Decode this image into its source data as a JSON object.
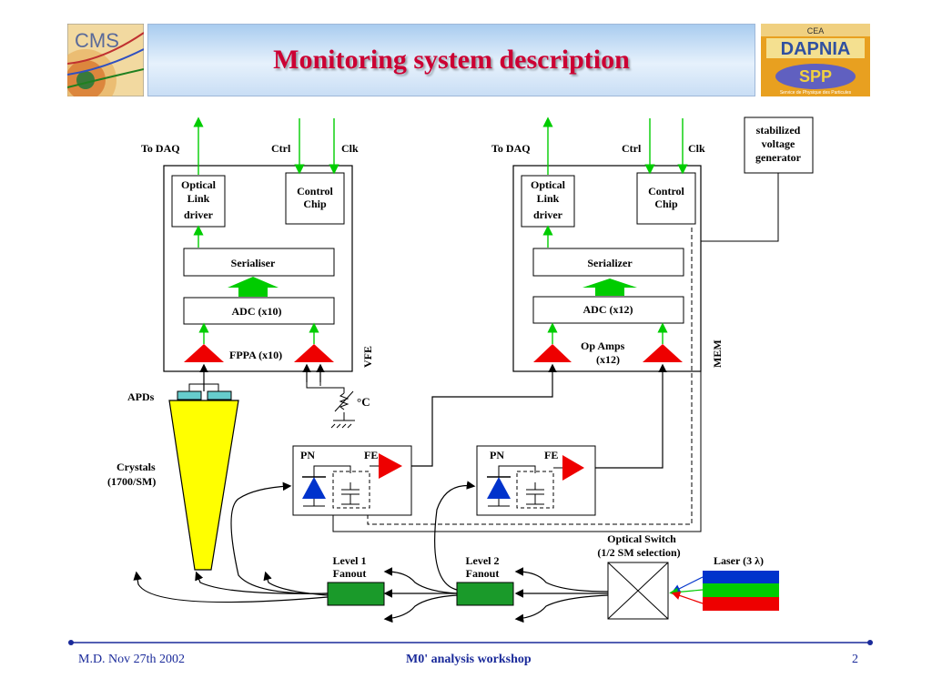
{
  "header": {
    "title": "Monitoring system description",
    "logo_left_text": "CMS",
    "logo_right_text": "DAPNIA",
    "logo_right_subtext": "Service de Physique des Particules",
    "logo_right_mark": "SPP",
    "logo_right_top": "CEA"
  },
  "diagram": {
    "left_module": {
      "to_daq": "To DAQ",
      "ctrl": "Ctrl",
      "clk": "Clk",
      "optical_link": [
        "Optical",
        "Link",
        "driver"
      ],
      "control_chip": [
        "Control",
        "Chip"
      ],
      "serialiser": "Serialiser",
      "adc": "ADC (x10)",
      "amp": "FPPA (x10)",
      "side_label": "VFE"
    },
    "right_module": {
      "to_daq": "To DAQ",
      "ctrl": "Ctrl",
      "clk": "Clk",
      "optical_link": [
        "Optical",
        "Link",
        "driver"
      ],
      "control_chip": [
        "Control",
        "Chip"
      ],
      "serializer": "Serializer",
      "adc": "ADC (x12)",
      "amp": [
        "Op Amps",
        "(x12)"
      ],
      "side_label": "MEM"
    },
    "voltage_generator": [
      "stabilized",
      "voltage",
      "generator"
    ],
    "apds": "APDs",
    "temperature": "°C",
    "crystals": [
      "Crystals",
      "(1700/SM)"
    ],
    "pn_box_1": {
      "pn": "PN",
      "fe": "FE"
    },
    "pn_box_2": {
      "pn": "PN",
      "fe": "FE"
    },
    "level1": [
      "Level 1",
      "Fanout"
    ],
    "level2": [
      "Level 2",
      "Fanout"
    ],
    "optical_switch": [
      "Optical Switch",
      "(1/2 SM selection)"
    ],
    "laser": "Laser (3 λ)"
  },
  "footer": {
    "author": "M.D. Nov 27th 2002",
    "event": "M0' analysis workshop",
    "page": "2"
  },
  "colors": {
    "title": "#cc0033",
    "arrow_green": "#00cc00",
    "amp_red": "#ee0000",
    "diode_blue": "#0033cc",
    "crystal_yellow": "#ffff00",
    "fanout_green": "#1a9a2a",
    "footer_blue": "#1a2a9a"
  }
}
